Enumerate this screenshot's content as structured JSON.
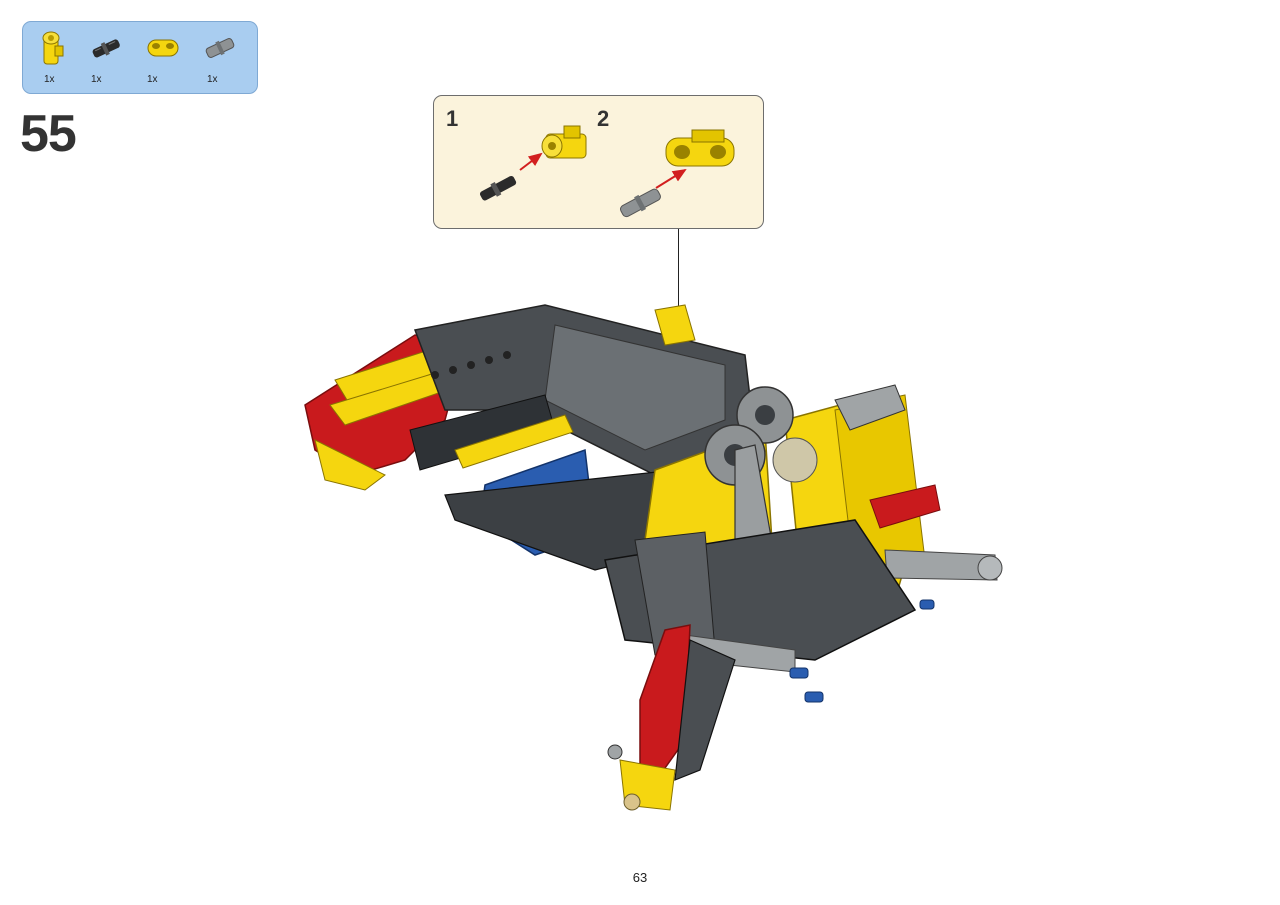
{
  "parts_list": {
    "items": [
      {
        "icon": "yellow-axle-pin-connector-icon",
        "quantity": "1x"
      },
      {
        "icon": "black-friction-pin-icon",
        "quantity": "1x"
      },
      {
        "icon": "yellow-double-connector-icon",
        "quantity": "1x"
      },
      {
        "icon": "gray-axle-pin-icon",
        "quantity": "1x"
      }
    ]
  },
  "step": {
    "number": "55"
  },
  "callout": {
    "substeps": [
      {
        "number": "1"
      },
      {
        "number": "2"
      }
    ]
  },
  "page": {
    "number": "63"
  },
  "colors": {
    "parts_box": "#a9cdf0",
    "callout_bg": "#fbf3dc",
    "lego_yellow": "#f5d60f",
    "lego_red": "#c91a1d",
    "lego_blue": "#2a5db0",
    "lego_dark_gray": "#555a5e",
    "lego_light_gray": "#a0a4a6"
  }
}
